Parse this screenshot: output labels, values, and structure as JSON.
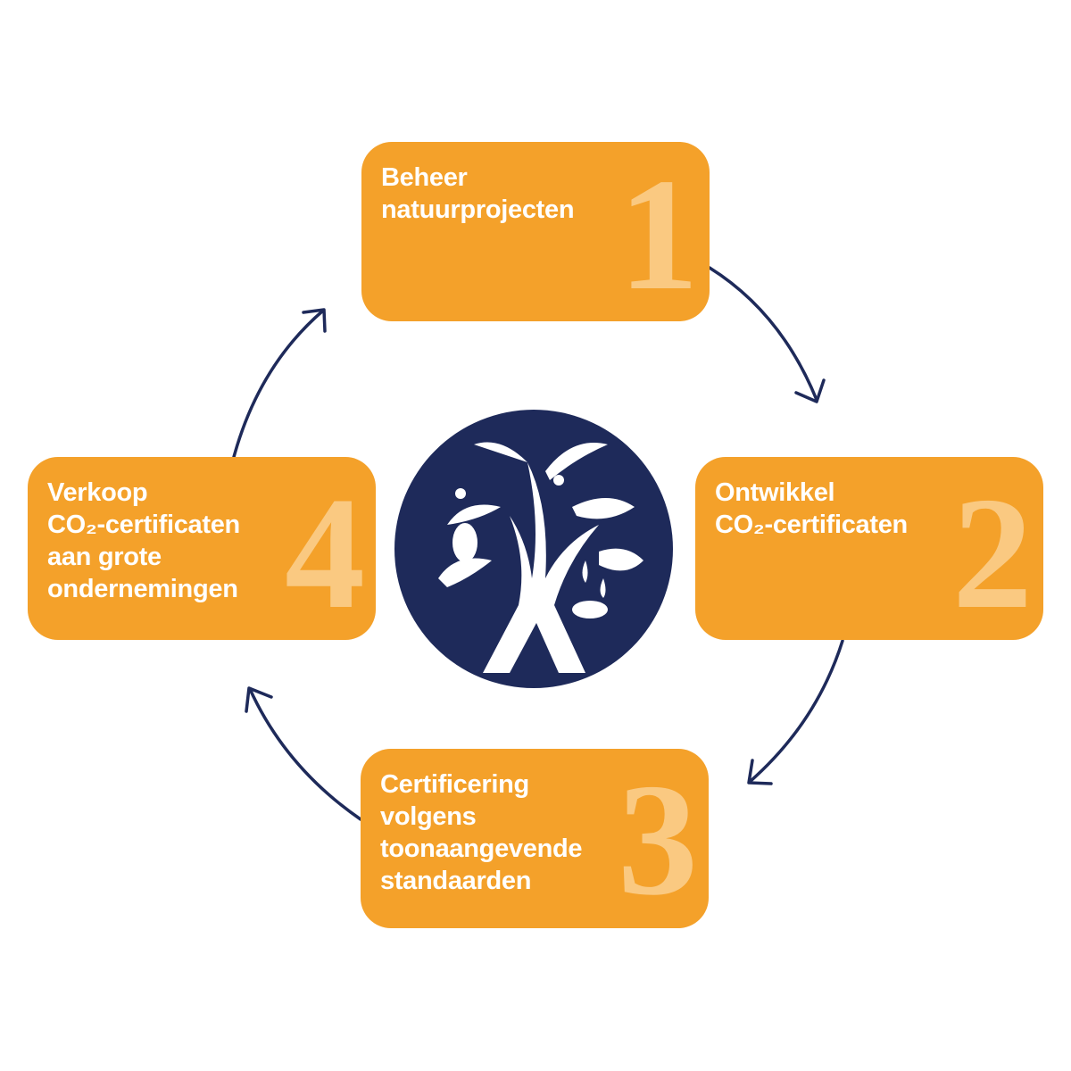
{
  "steps": [
    {
      "number": "1",
      "lines": [
        "Beheer",
        "natuurprojecten"
      ]
    },
    {
      "number": "2",
      "lines": [
        "Ontwikkel",
        "CO₂-certificaten"
      ]
    },
    {
      "number": "3",
      "lines": [
        "Certificering",
        "volgens",
        "toonaangevende",
        "standaarden"
      ]
    },
    {
      "number": "4",
      "lines": [
        "Verkoop",
        "CO₂-certificaten",
        "aan grote",
        "ondernemingen"
      ]
    }
  ],
  "colors": {
    "box": "#F4A12A",
    "navy": "#1E2A5A",
    "text": "#FFFFFF"
  },
  "center_logo": {
    "icon": "tree-with-animals-icon"
  }
}
